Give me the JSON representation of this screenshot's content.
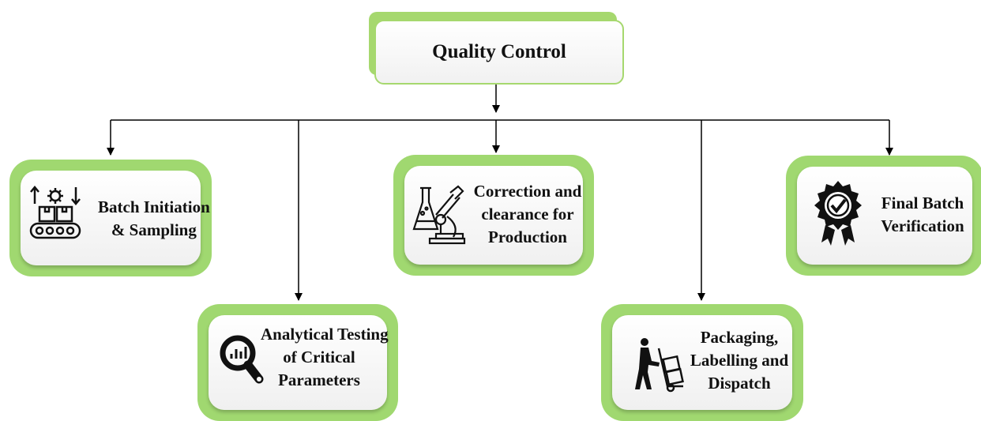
{
  "root": {
    "label": "Quality Control"
  },
  "nodes": [
    {
      "id": "batch",
      "lines": [
        "Batch Initiation",
        "& Sampling"
      ],
      "icon": "conveyor-gear-icon"
    },
    {
      "id": "analytical",
      "lines": [
        "Analytical Testing",
        "of Critical",
        "Parameters"
      ],
      "icon": "magnifier-chart-icon"
    },
    {
      "id": "correction",
      "lines": [
        "Correction and",
        "clearance for",
        "Production"
      ],
      "icon": "lab-flask-microscope-icon"
    },
    {
      "id": "packaging",
      "lines": [
        "Packaging,",
        "Labelling and",
        "Dispatch"
      ],
      "icon": "hand-truck-worker-icon"
    },
    {
      "id": "final",
      "lines": [
        "Final Batch",
        "Verification"
      ],
      "icon": "award-badge-check-icon"
    }
  ],
  "colors": {
    "accent_green": "#a0d870",
    "connector": "#000000"
  }
}
